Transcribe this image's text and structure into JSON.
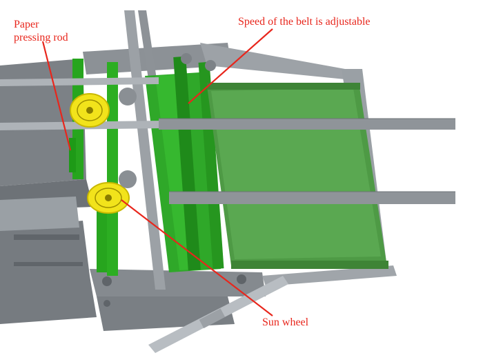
{
  "figure": {
    "labels": {
      "paper_pressing_rod": {
        "line1": "Paper",
        "line2": "pressing rod"
      },
      "belt_speed": "Speed of the belt is adjustable",
      "sun_wheel": "Sun wheel"
    },
    "colors": {
      "callout_text": "#e8261c",
      "leader_line": "#e8261c",
      "frame_grey": "#8a8f94",
      "rod_green": "#27a51e",
      "belt_green": "#4e9a45",
      "wheel_yellow": "#f2e31b"
    },
    "components": [
      "paper-pressing-rod",
      "feed-belt",
      "conveyor-belt",
      "sun-wheel",
      "guide-rail",
      "frame"
    ]
  }
}
